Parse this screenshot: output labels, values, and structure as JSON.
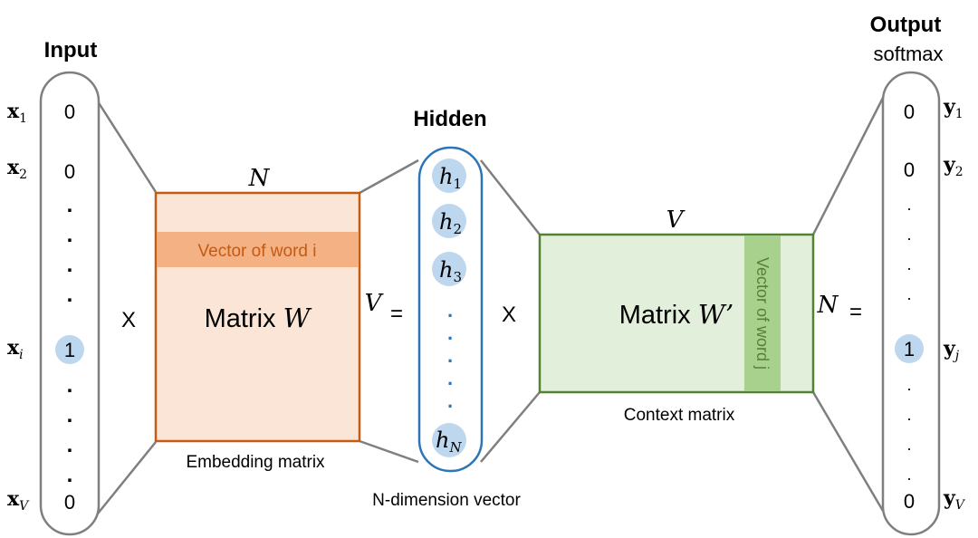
{
  "input": {
    "title": "Input",
    "x_labels": {
      "x1": {
        "base": "x",
        "sub": "1"
      },
      "x2": {
        "base": "x",
        "sub": "2"
      },
      "xi": {
        "base": "x",
        "sub": "i"
      },
      "xV": {
        "base": "x",
        "sub": "V"
      }
    },
    "values": {
      "v1": "0",
      "v2": "0",
      "vi": "1",
      "vV": "0"
    },
    "ellipsis": "."
  },
  "times_1": "X",
  "embedding": {
    "top_label": "N",
    "side_label": "V",
    "word_vector_label": "Vector of word i",
    "matrix_prefix": "Matrix ",
    "matrix_var": "W",
    "caption": "Embedding matrix"
  },
  "equals_1": "=",
  "hidden": {
    "title": "Hidden",
    "nodes": {
      "h1": {
        "base": "h",
        "sub": "1"
      },
      "h2": {
        "base": "h",
        "sub": "2"
      },
      "h3": {
        "base": "h",
        "sub": "3"
      },
      "hN": {
        "base": "h",
        "sub": "N"
      }
    },
    "ellipsis": ".",
    "caption": "N-dimension vector"
  },
  "times_2": "X",
  "context": {
    "top_label": "V",
    "side_label": "N",
    "word_vector_label": "Vector of word j",
    "matrix_prefix": "Matrix ",
    "matrix_var": "W’",
    "caption": "Context matrix"
  },
  "equals_2": "=",
  "output": {
    "title": "Output",
    "subtitle": "softmax",
    "y_labels": {
      "y1": {
        "base": "y",
        "sub": "1"
      },
      "y2": {
        "base": "y",
        "sub": "2"
      },
      "yj": {
        "base": "y",
        "sub": "j"
      },
      "yV": {
        "base": "y",
        "sub": "V"
      }
    },
    "values": {
      "v1": "0",
      "v2": "0",
      "vj": "1",
      "vV": "0"
    },
    "ellipsis": "."
  },
  "colors": {
    "embedding_fill": "#fbe5d6",
    "embedding_stroke": "#c55a11",
    "embedding_row": "#f4b183",
    "embedding_row_text": "#c55a11",
    "context_fill": "#e2efda",
    "context_stroke": "#548235",
    "context_column": "#a9d18e",
    "context_column_text": "#548235",
    "hidden_stroke": "#2e75b6",
    "hidden_node": "#bdd7ee",
    "hidden_dot": "#2e75b6",
    "one_highlight": "#bdd7ee",
    "outline": "#7f7f7f"
  }
}
